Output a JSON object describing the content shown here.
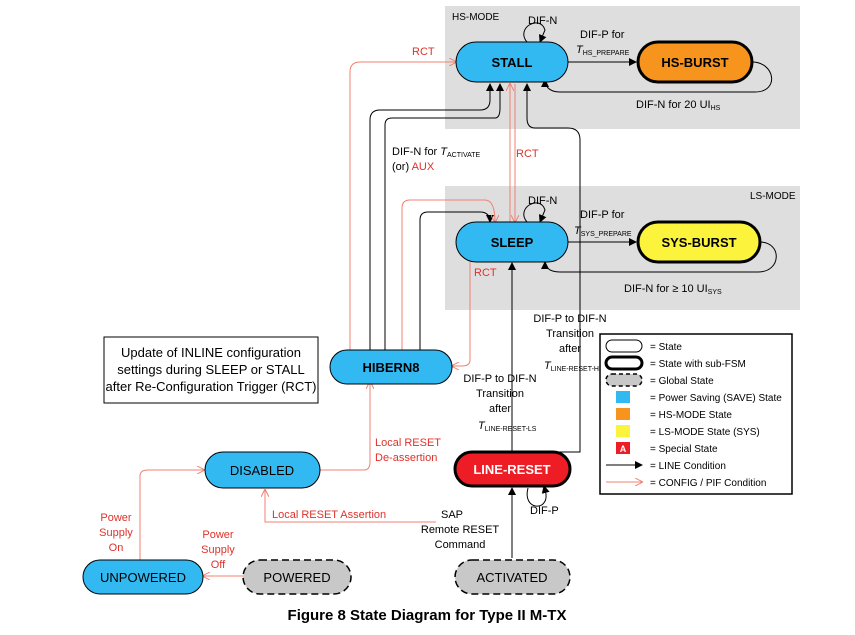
{
  "regions": {
    "hs_mode": "HS-MODE",
    "ls_mode": "LS-MODE"
  },
  "states": {
    "stall": "STALL",
    "hs_burst": "HS-BURST",
    "sleep": "SLEEP",
    "sys_burst": "SYS-BURST",
    "hibern8": "HIBERN8",
    "disabled": "DISABLED",
    "line_reset": "LINE-RESET",
    "unpowered": "UNPOWERED",
    "powered": "POWERED",
    "activated": "ACTIVATED"
  },
  "labels": {
    "dif_n": "DIF-N",
    "dif_p": "DIF-P",
    "dif_p_for": "DIF-P for",
    "t": "T",
    "hs_prepare": "HS_PREPARE",
    "sys_prepare": "SYS_PREPARE",
    "dif_n_20": "DIF-N for 20 UI",
    "hs_sub": "HS",
    "dif_n_10": "DIF-N for ≥ 10 UI",
    "sys_sub": "SYS",
    "rct": "RCT",
    "dif_n_for_t": "DIF-N for ",
    "activate_sub": "ACTIVATE",
    "or": "(or) ",
    "aux": "AUX",
    "dif_p_to_dif_n": "DIF-P to DIF-N",
    "transition": "Transition",
    "after": "after",
    "line_reset_hs_sub": "LINE-RESET-HS",
    "line_reset_ls_sub": "LINE-RESET-LS",
    "local_reset": "Local RESET",
    "de_assertion": "De-assertion",
    "local_reset_assertion": "Local RESET Assertion",
    "power": "Power",
    "supply": "Supply",
    "on": "On",
    "off": "Off",
    "sap": "SAP",
    "remote_reset": "Remote RESET",
    "command": "Command"
  },
  "note": {
    "line1": "Update of INLINE configuration",
    "line2": "settings during SLEEP or STALL",
    "line3": "after Re-Configuration Trigger (RCT)"
  },
  "legend": {
    "items": [
      {
        "kind": "state",
        "text": "= State"
      },
      {
        "kind": "subfsm",
        "text": "= State with sub-FSM"
      },
      {
        "kind": "global",
        "text": "= Global State"
      },
      {
        "kind": "swatch",
        "color": "#33b9f2",
        "text": "= Power Saving (SAVE) State"
      },
      {
        "kind": "swatch",
        "color": "#f7941d",
        "text": "= HS-MODE State"
      },
      {
        "kind": "swatch",
        "color": "#fcf33d",
        "text": "= LS-MODE State (SYS)"
      },
      {
        "kind": "special",
        "color": "#ee1c24",
        "letter": "A",
        "text": "= Special State"
      },
      {
        "kind": "line",
        "text": "= LINE Condition"
      },
      {
        "kind": "config",
        "text": "= CONFIG / PIF Condition"
      }
    ]
  },
  "colors": {
    "save": "#33b9f2",
    "hs": "#f7941d",
    "ls": "#fcf33d",
    "special": "#ee1c24",
    "global": "#c8c8c8",
    "config_arrow": "#f08070",
    "region": "#dedede"
  },
  "caption": "Figure 8 State Diagram for Type II M-TX"
}
